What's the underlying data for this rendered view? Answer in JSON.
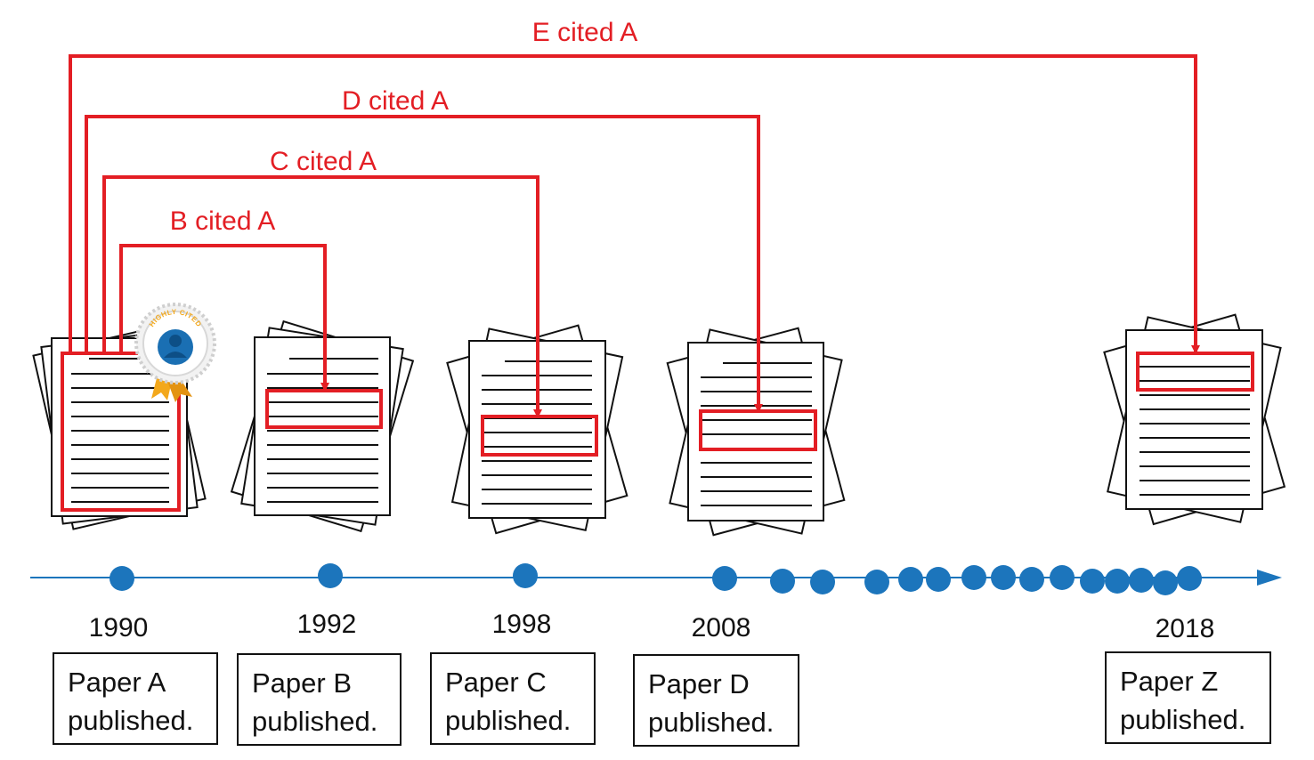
{
  "colors": {
    "citation": "#e31e24",
    "timeline": "#1c75bc",
    "text": "#111111"
  },
  "citations": [
    {
      "label": "E cited A"
    },
    {
      "label": "D cited A"
    },
    {
      "label": "C cited A"
    },
    {
      "label": "B cited A"
    }
  ],
  "badge": {
    "text": "HIGHLY CITED",
    "icon": "person-badge-icon"
  },
  "papers": [
    {
      "year": "1990",
      "line1": "Paper A",
      "line2": "published."
    },
    {
      "year": "1992",
      "line1": "Paper B",
      "line2": "published."
    },
    {
      "year": "1998",
      "line1": "Paper C",
      "line2": "published."
    },
    {
      "year": "2008",
      "line1": "Paper D",
      "line2": "published."
    },
    {
      "year": "2018",
      "line1": "Paper Z",
      "line2": "published."
    }
  ]
}
